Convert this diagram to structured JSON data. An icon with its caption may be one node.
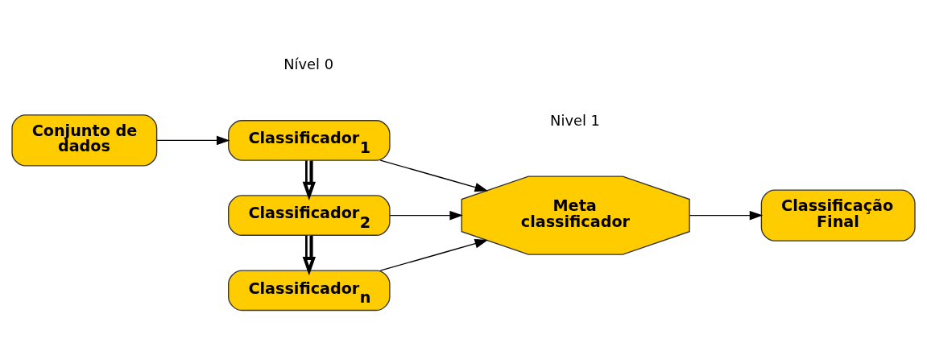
{
  "diagram": {
    "nodes": [
      {
        "text": [
          "Conjunto de dados"
        ]
      },
      {
        "text": [
          "Classificador$_{1}$"
        ]
      },
      {
        "text": [
          "Classificador$_{2}$"
        ]
      },
      {
        "text": [
          "Classificador$_{n}$"
        ]
      },
      {
        "text": [
          "Meta classificador"
        ]
      },
      {
        "text": [
          "Classificação Final"
        ]
      }
    ],
    "edges": [
      {
        "from": 0,
        "to": 1,
        "arrow": "to"
      },
      {
        "from": 1,
        "to": 2,
        "arrow": "to",
        "style": "thick"
      },
      {
        "from": 2,
        "to": 3,
        "arrow": "to",
        "style": "thick"
      },
      {
        "from": 1,
        "to": 4,
        "arrow": "to"
      },
      {
        "from": 2,
        "to": 4,
        "arrow": "to"
      },
      {
        "from": 3,
        "to": 4,
        "arrow": "to"
      },
      {
        "from": 4,
        "to": 5,
        "arrow": "to"
      }
    ],
    "labels": [
      "Nível 0",
      "Nivel 1"
    ]
  }
}
